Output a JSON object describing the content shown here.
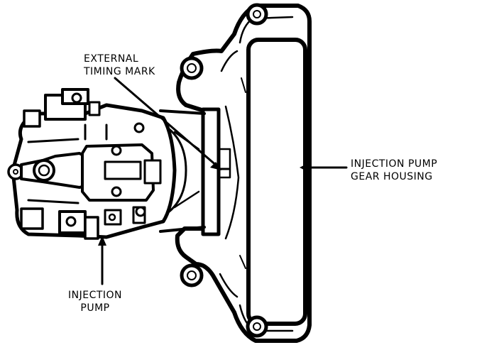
{
  "labels": {
    "external_timing_mark": [
      "EXTERNAL",
      "TIMING MARK"
    ],
    "gear_housing": [
      "INJECTION PUMP",
      "GEAR HOUSING"
    ],
    "injection_pump": [
      "INJECTION",
      "PUMP"
    ]
  },
  "colors": {
    "ink": "#000000",
    "paper": "#ffffff"
  }
}
